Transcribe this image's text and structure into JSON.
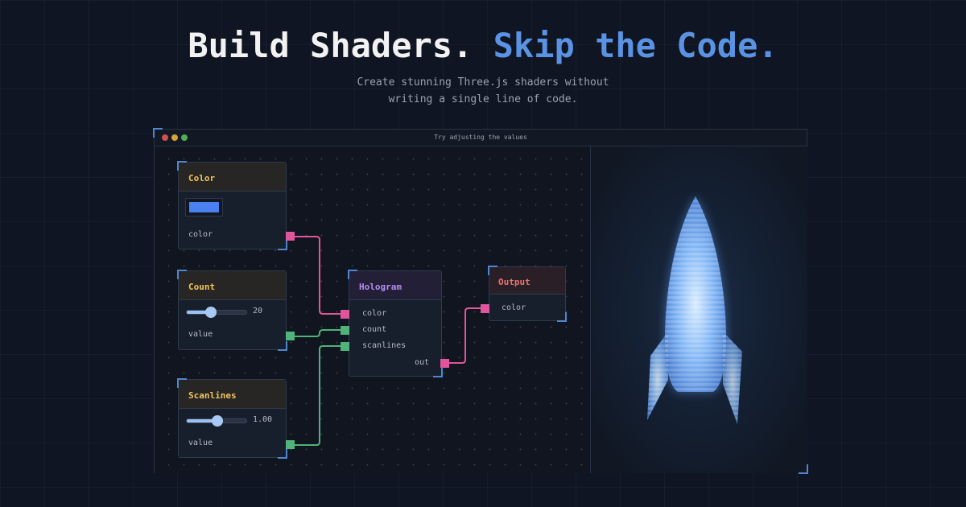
{
  "hero": {
    "title_part1": "Build Shaders.",
    "title_part2": "Skip the Code.",
    "subtitle_line1": "Create stunning Three.js shaders without",
    "subtitle_line2": "writing a single line of code."
  },
  "window": {
    "title": "Try adjusting the values"
  },
  "nodes": {
    "color": {
      "title": "Color",
      "output": "color",
      "swatch": "#4a80f0"
    },
    "count": {
      "title": "Count",
      "value": "20",
      "output": "value",
      "fraction": 0.4
    },
    "scanlines": {
      "title": "Scanlines",
      "value": "1.00",
      "output": "value",
      "fraction": 0.5
    },
    "hologram": {
      "title": "Hologram",
      "inputs": [
        "color",
        "count",
        "scanlines"
      ],
      "output": "out"
    },
    "output": {
      "title": "Output",
      "input": "color"
    }
  },
  "colors": {
    "accent": "#5a93e3",
    "pink": "#e0559b",
    "green": "#4fb37a",
    "yellow": "#f0c35e",
    "purple": "#b58cf0",
    "red": "#e8736f"
  }
}
